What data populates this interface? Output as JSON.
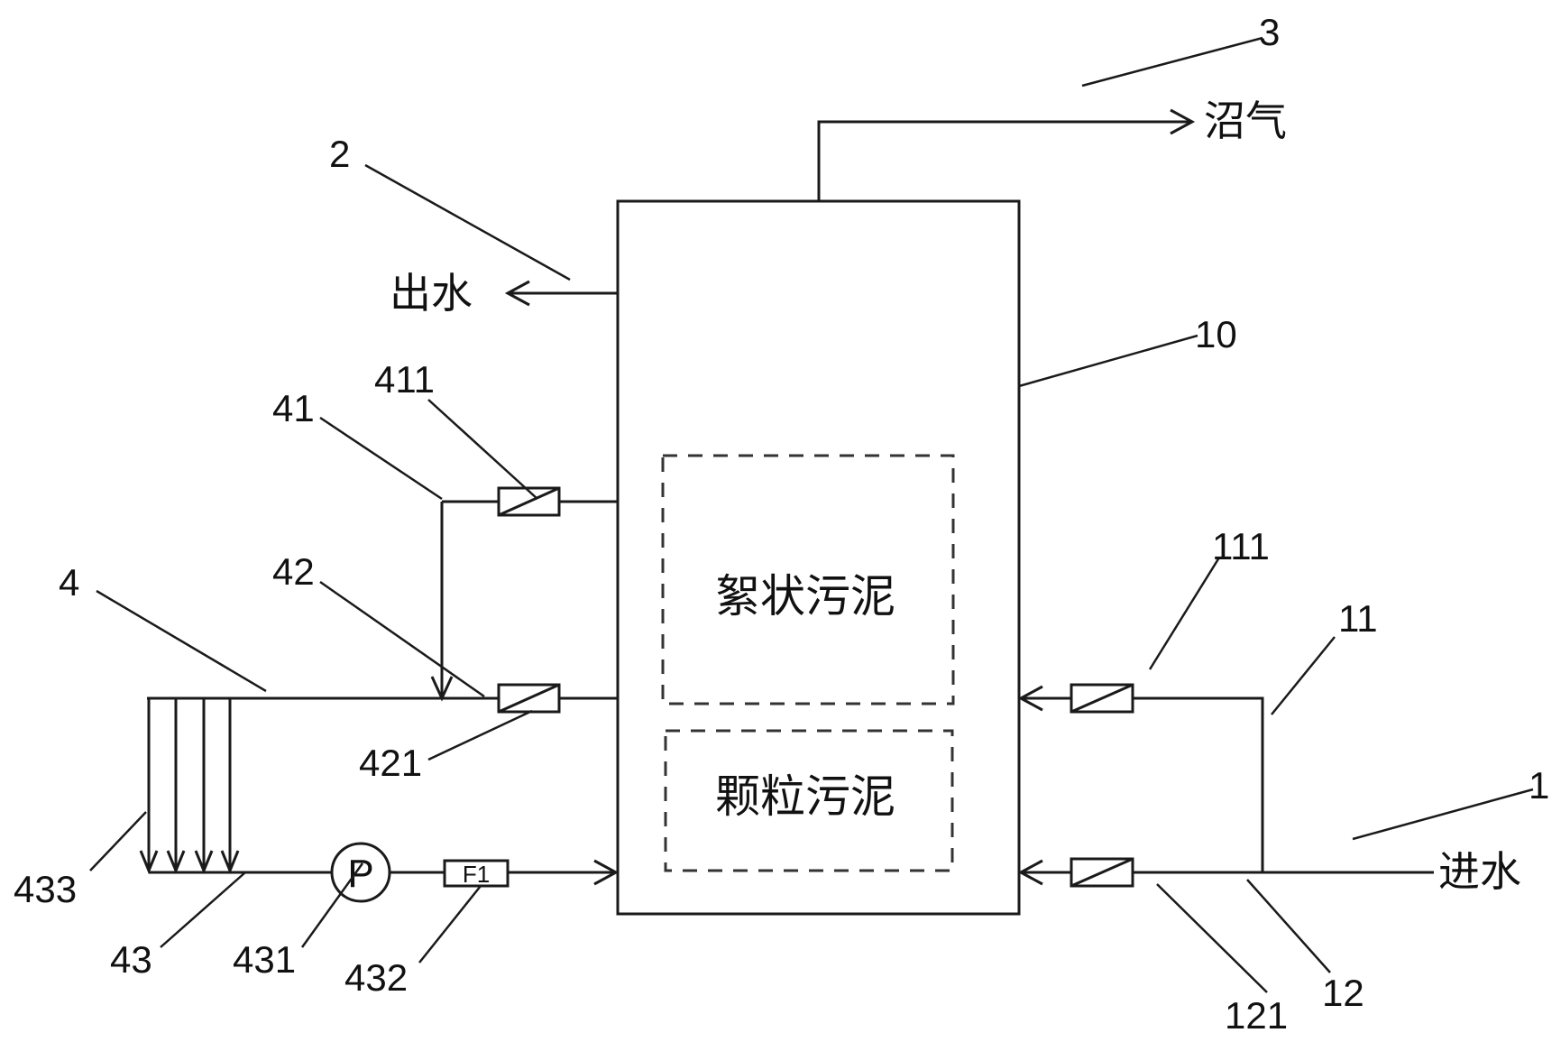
{
  "flows": {
    "biogas": "沼气",
    "outlet": "出水",
    "inlet": "进水"
  },
  "zones": {
    "floc_sludge": "絮状污泥",
    "granular_sludge": "颗粒污泥"
  },
  "components": {
    "pump_symbol": "P",
    "flowmeter_symbol": "F1"
  },
  "labels": {
    "l1": "1",
    "l2": "2",
    "l3": "3",
    "l4": "4",
    "l10": "10",
    "l11": "11",
    "l12": "12",
    "l41": "41",
    "l42": "42",
    "l43": "43",
    "l111": "111",
    "l121": "121",
    "l411": "411",
    "l421": "421",
    "l431": "431",
    "l432": "432",
    "l433": "433"
  }
}
